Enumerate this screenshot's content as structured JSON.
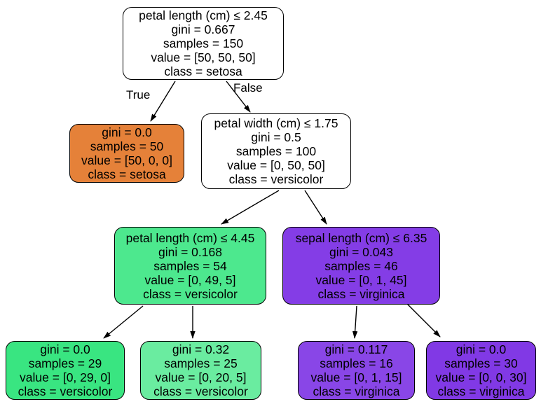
{
  "diagram": {
    "type": "decision-tree",
    "dataset": "iris",
    "background": "#ffffff",
    "edge_color": "#000000",
    "node_border_color": "#000000",
    "text_color": "#000000"
  },
  "palette": {
    "setosa": "#e58139",
    "versicolor": "#39e581",
    "virginica": "#8139e5"
  },
  "edge_labels": {
    "left": "True",
    "right": "False"
  },
  "nodes": [
    {
      "id": "root",
      "condition": "petal length (cm) ≤ 2.45",
      "gini": "gini = 0.667",
      "samples": "samples = 150",
      "value": "value = [50, 50, 50]",
      "class": "class = setosa",
      "fill": "#ffffff"
    },
    {
      "id": "leaf-setosa",
      "gini": "gini = 0.0",
      "samples": "samples = 50",
      "value": "value = [50, 0, 0]",
      "class": "class = setosa",
      "fill": "#e58139"
    },
    {
      "id": "petal-width-split",
      "condition": "petal width (cm) ≤ 1.75",
      "gini": "gini = 0.5",
      "samples": "samples = 100",
      "value": "value = [0, 50, 50]",
      "class": "class = versicolor",
      "fill": "#ffffff"
    },
    {
      "id": "petal-length-split",
      "condition": "petal length (cm) ≤ 4.45",
      "gini": "gini = 0.168",
      "samples": "samples = 54",
      "value": "value = [0, 49, 5]",
      "class": "class = versicolor",
      "fill": "#4de88e"
    },
    {
      "id": "sepal-length-split",
      "condition": "sepal length (cm) ≤ 6.35",
      "gini": "gini = 0.043",
      "samples": "samples = 46",
      "value": "value = [0, 1, 45]",
      "class": "class = virginica",
      "fill": "#843de6"
    },
    {
      "id": "leaf-versicolor-pure",
      "gini": "gini = 0.0",
      "samples": "samples = 29",
      "value": "value = [0, 29, 0]",
      "class": "class = versicolor",
      "fill": "#39e581"
    },
    {
      "id": "leaf-versicolor-mixed",
      "gini": "gini = 0.32",
      "samples": "samples = 25",
      "value": "value = [0, 20, 5]",
      "class": "class = versicolor",
      "fill": "#6aeca0"
    },
    {
      "id": "leaf-virginica-mixed",
      "gini": "gini = 0.117",
      "samples": "samples = 16",
      "value": "value = [0, 1, 15]",
      "class": "class = virginica",
      "fill": "#8946e7"
    },
    {
      "id": "leaf-virginica-pure",
      "gini": "gini = 0.0",
      "samples": "samples = 30",
      "value": "value = [0, 0, 30]",
      "class": "class = virginica",
      "fill": "#8139e5"
    }
  ]
}
